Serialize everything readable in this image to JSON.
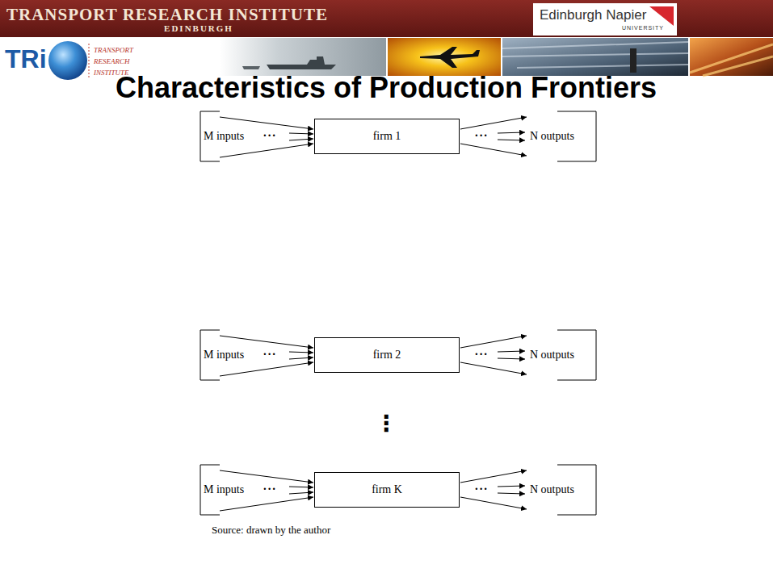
{
  "diagram": {
    "title": "Characteristics of Production Frontiers",
    "nodes": [
      {
        "text": [
          "firm 1"
        ]
      },
      {
        "text": [
          "firm 2"
        ]
      },
      {
        "text": [
          "firm K"
        ]
      }
    ],
    "labels": [
      "TRANSPORT RESEARCH INSTITUTE",
      "EDINBURGH",
      "Edinburgh Napier",
      "UNIVERSITY",
      "TRi",
      "TRANSPORT RESEARCH INSTITUTE",
      "M inputs",
      "•••",
      "•••",
      "N outputs",
      "M inputs",
      "•••",
      "•••",
      "N outputs",
      "M inputs",
      "•••",
      "•••",
      "N outputs",
      "⋮",
      "Source: drawn by the author"
    ]
  }
}
